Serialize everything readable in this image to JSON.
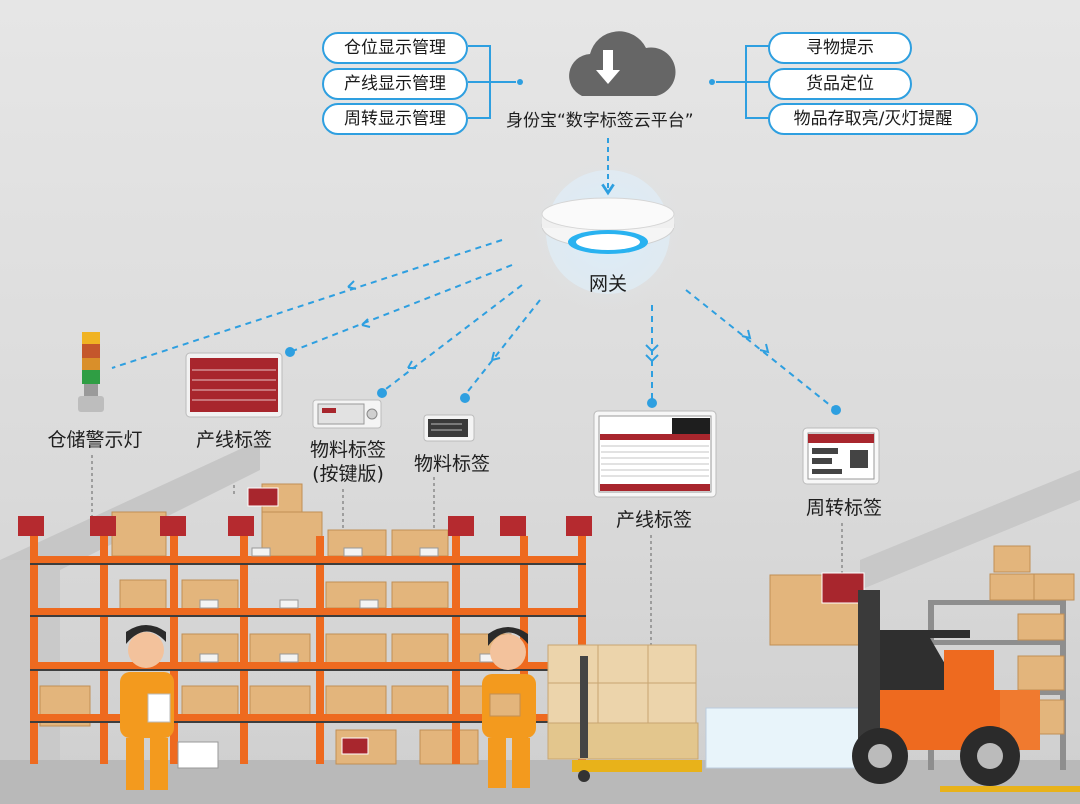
{
  "left_functions": [
    "仓位显示管理",
    "产线显示管理",
    "周转显示管理"
  ],
  "right_functions": [
    "寻物提示",
    "货品定位",
    "物品存取亮/灭灯提醒"
  ],
  "platform_label": "身份宝“数字标签云平台”",
  "gateway_label": "网关",
  "devices": {
    "warning_light": "仓储警示灯",
    "line_tag_left": "产线标签",
    "material_tag_button": "物料标签",
    "material_tag_button_sub": "(按键版)",
    "material_tag": "物料标签",
    "line_tag_center": "产线标签",
    "turnover_tag": "周转标签"
  },
  "colors": {
    "accent": "#2e9fe0",
    "rack": "#ee6a1f",
    "tag_red": "#a8262d",
    "cloud": "#666666",
    "box": "#e3b57c"
  }
}
